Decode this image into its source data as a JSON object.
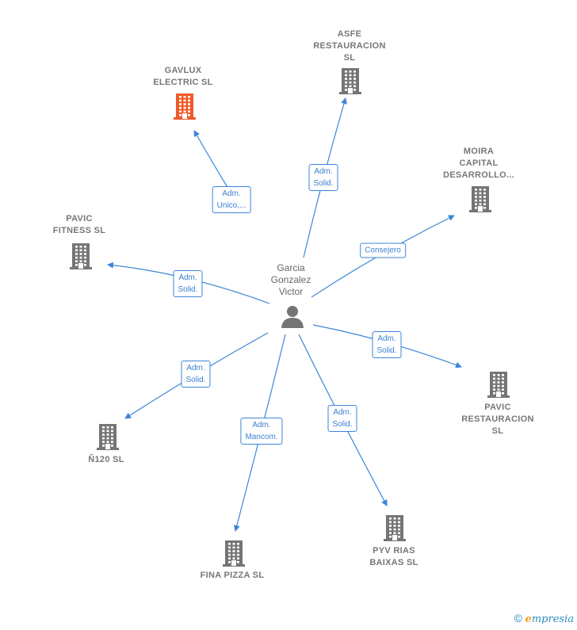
{
  "center": {
    "name": "Garcia\nGonzalez\nVictor",
    "icon": "person-icon"
  },
  "colors": {
    "edge": "#3c86d8",
    "node": "#757575",
    "highlight": "#f05a28"
  },
  "nodes": [
    {
      "id": "gavlux",
      "label": "GAVLUX\nELECTRIC  SL",
      "highlight": true,
      "relation": "Adm.\nUnico,..."
    },
    {
      "id": "asfe",
      "label": "ASFE\nRESTAURACION\nSL",
      "highlight": false,
      "relation": "Adm.\nSolid."
    },
    {
      "id": "moira",
      "label": "MOIRA\nCAPITAL\nDESARROLLO...",
      "highlight": false,
      "relation": "Consejero"
    },
    {
      "id": "pavic-fitness",
      "label": "PAVIC\nFITNESS  SL",
      "highlight": false,
      "relation": "Adm.\nSolid."
    },
    {
      "id": "pavic-restauracion",
      "label": "PAVIC\nRESTAURACION\nSL",
      "highlight": false,
      "relation": "Adm.\nSolid."
    },
    {
      "id": "n120",
      "label": "Ñ120  SL",
      "highlight": false,
      "relation": "Adm.\nSolid."
    },
    {
      "id": "fina-pizza",
      "label": "FINA PIZZA  SL",
      "highlight": false,
      "relation": "Adm.\nMancom."
    },
    {
      "id": "pyv-rias",
      "label": "PYV RIAS\nBAIXAS  SL",
      "highlight": false,
      "relation": "Adm.\nSolid."
    }
  ],
  "footer": {
    "copyright": "©",
    "brand_initial": "e",
    "brand_rest": "mpresia"
  }
}
